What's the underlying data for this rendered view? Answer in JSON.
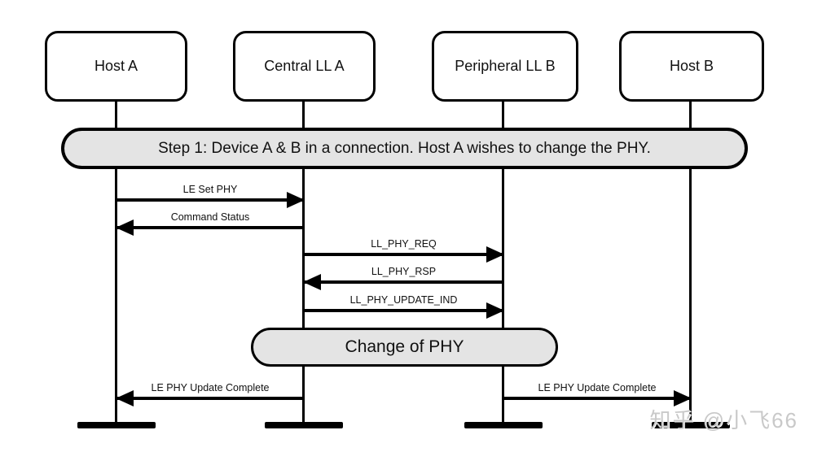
{
  "actors": [
    {
      "label": "Host A"
    },
    {
      "label": "Central LL A"
    },
    {
      "label": "Peripheral LL B"
    },
    {
      "label": "Host B"
    }
  ],
  "banner": {
    "text": "Step 1: Device A & B in a connection. Host A wishes to change the PHY."
  },
  "messages": [
    {
      "label": "LE Set PHY",
      "from": "Host A",
      "to": "Central LL A",
      "direction": "right"
    },
    {
      "label": "Command Status",
      "from": "Central LL A",
      "to": "Host A",
      "direction": "left"
    },
    {
      "label": "LL_PHY_REQ",
      "from": "Central LL A",
      "to": "Peripheral LL B",
      "direction": "right"
    },
    {
      "label": "LL_PHY_RSP",
      "from": "Peripheral LL B",
      "to": "Central LL A",
      "direction": "left"
    },
    {
      "label": "LL_PHY_UPDATE_IND",
      "from": "Central LL A",
      "to": "Peripheral LL B",
      "direction": "right"
    },
    {
      "label": "LE PHY Update Complete",
      "from": "Central LL A",
      "to": "Host A",
      "direction": "left"
    },
    {
      "label": "LE PHY Update Complete",
      "from": "Peripheral LL B",
      "to": "Host B",
      "direction": "right"
    }
  ],
  "state_banner": {
    "text": "Change of PHY"
  },
  "watermark": {
    "text": "知乎 @小飞66"
  },
  "colors": {
    "background": "#ffffff",
    "stroke": "#000000",
    "banner_fill": "#e4e4e4",
    "watermark": "#c9c9c9"
  }
}
